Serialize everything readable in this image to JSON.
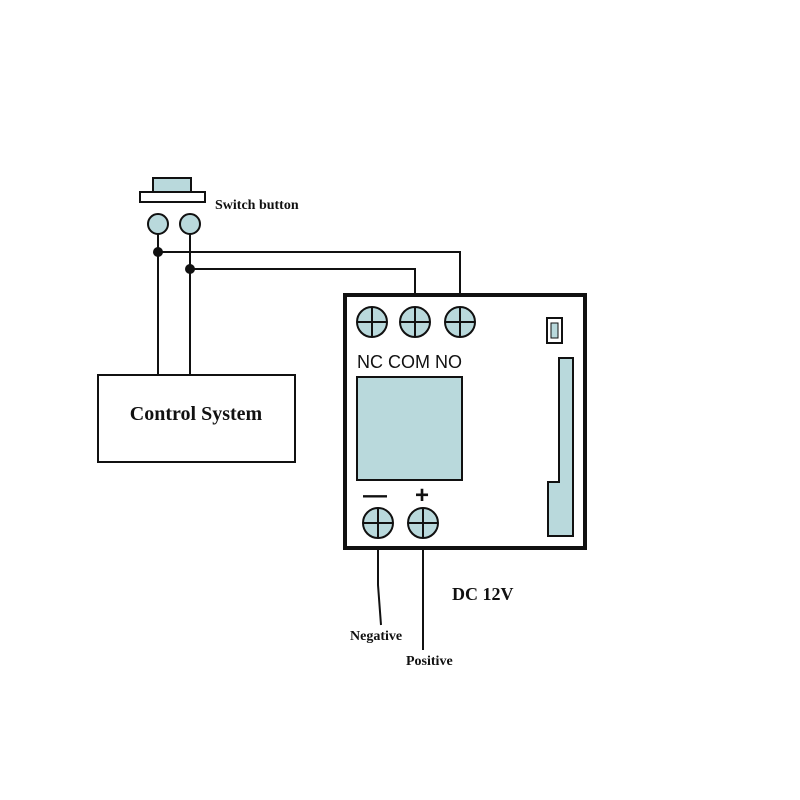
{
  "colors": {
    "line": "#111111",
    "terminal_fill": "#b9d9dc",
    "lcd_fill": "#b9d9dc",
    "background": "#ffffff"
  },
  "switch": {
    "label": "Switch button"
  },
  "control_system": {
    "label": "Control System"
  },
  "relay": {
    "terminals_top": [
      "NC",
      "COM",
      "NO"
    ],
    "terminals_top_label": "NC COM NO",
    "polarity": {
      "minus": "—",
      "plus": "+"
    }
  },
  "power": {
    "label": "DC 12V",
    "negative_label": "Negative",
    "positive_label": "Positive"
  },
  "icons": {
    "terminal": "screw-terminal-icon",
    "junction": "junction-dot-icon"
  }
}
